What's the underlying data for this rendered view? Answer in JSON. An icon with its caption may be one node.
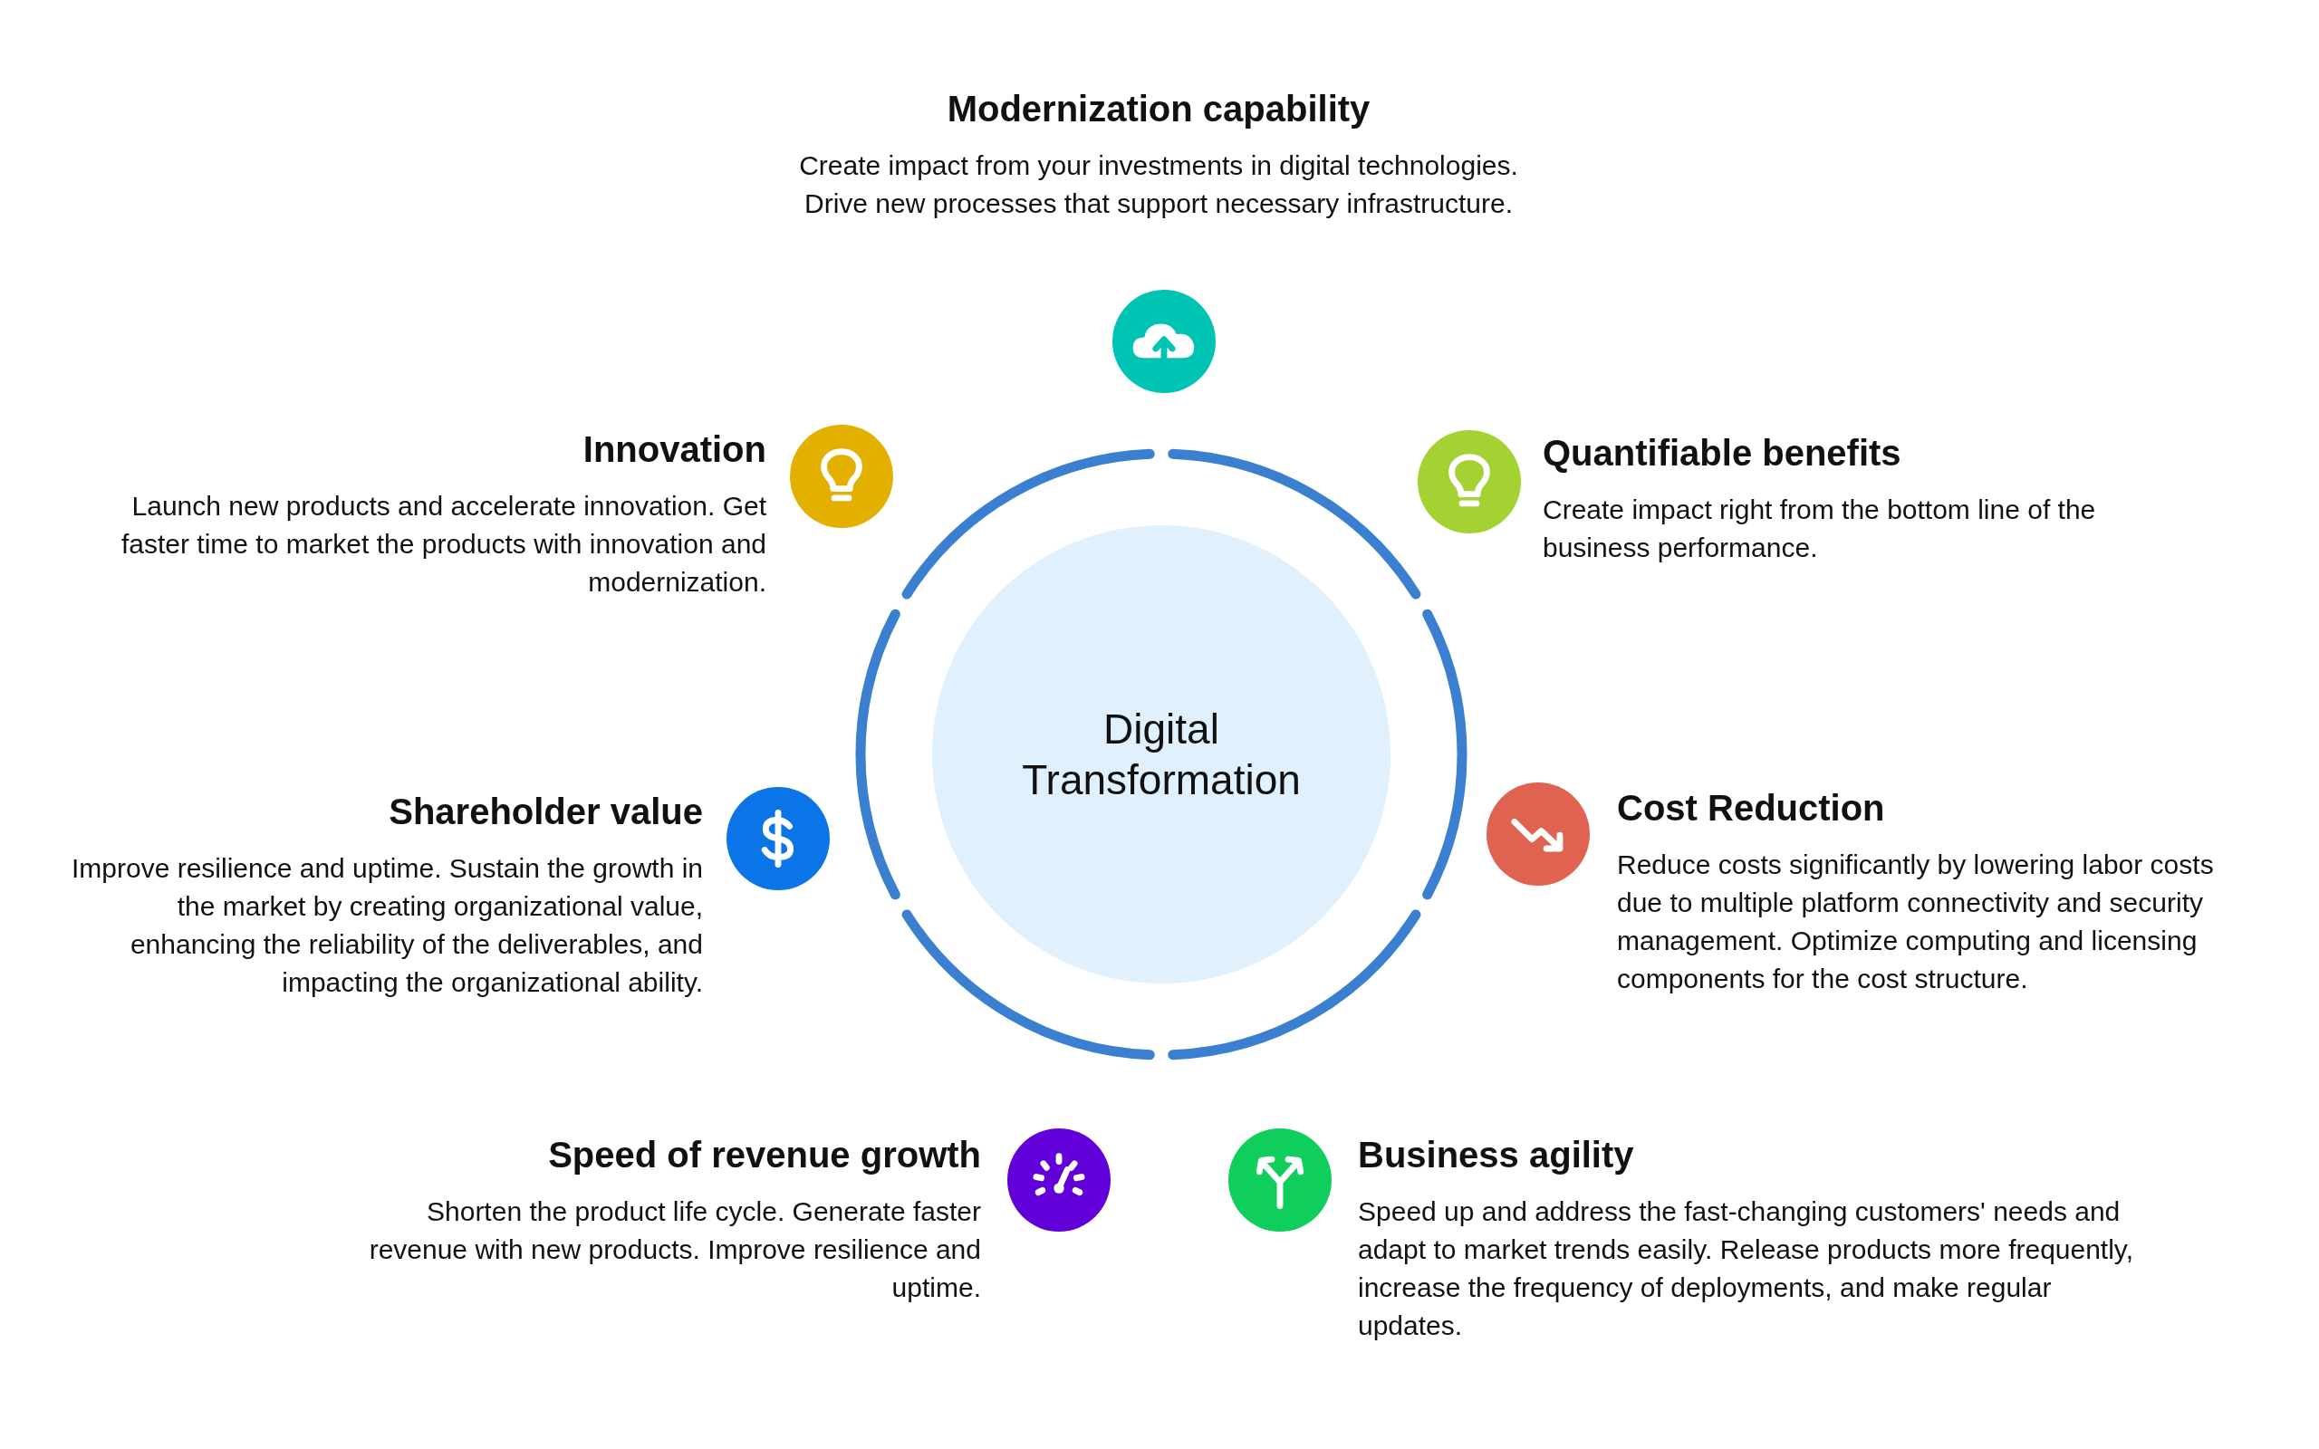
{
  "diagram": {
    "nodes": [
      {
        "text": [
          "Digital Transformation"
        ]
      },
      {
        "text": [
          "Modernization capability",
          "Create impact from your investments in digital technologies. Drive new processes that support necessary infrastructure."
        ]
      },
      {
        "text": [
          "Innovation",
          "Launch new products and accelerate innovation. Get faster time to market the products with innovation and modernization."
        ]
      },
      {
        "text": [
          "Quantifiable benefits",
          "Create impact right from the bottom line of the business performance."
        ]
      },
      {
        "text": [
          "Shareholder value",
          "Improve resilience and uptime. Sustain the growth in the market by creating organizational value, enhancing the reliability of the deliverables, and impacting the organizational ability."
        ]
      },
      {
        "text": [
          "Cost Reduction",
          "Reduce costs significantly by lowering labor costs due to multiple platform connectivity and security management. Optimize computing and licensing components for the cost structure."
        ]
      },
      {
        "text": [
          "Speed of revenue growth",
          "Shorten the product life cycle. Generate faster revenue with new products. Improve resilience and uptime."
        ]
      },
      {
        "text": [
          "Business agility",
          "Speed up and address the fast-changing customers' needs and adapt to market trends easily. Release products more frequently, increase the frequency of deployments, and make regular updates."
        ]
      }
    ]
  }
}
